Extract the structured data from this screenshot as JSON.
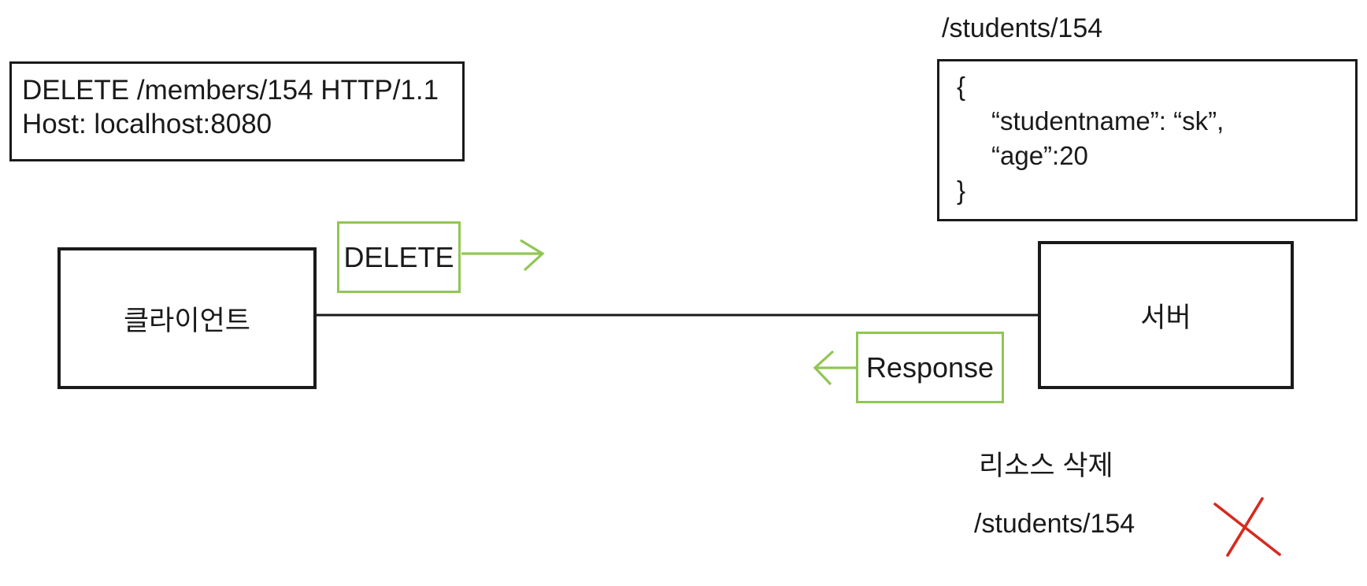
{
  "colors": {
    "ink": "#1a1a1a",
    "green": "#90c653",
    "red": "#d52b1e"
  },
  "request_box": {
    "line1": "DELETE /members/154 HTTP/1.1",
    "line2": "Host: localhost:8080"
  },
  "resource": {
    "path_label": "/students/154",
    "json_lines": [
      "{",
      "“studentname”: “sk”,",
      "“age”:20",
      "}"
    ]
  },
  "nodes": {
    "client_label": "클라이언트",
    "server_label": "서버"
  },
  "messages": {
    "request_label": "DELETE",
    "response_label": "Response"
  },
  "result": {
    "caption": "리소스 삭제",
    "deleted_path": "/students/154",
    "deleted_marker": "red-x"
  }
}
